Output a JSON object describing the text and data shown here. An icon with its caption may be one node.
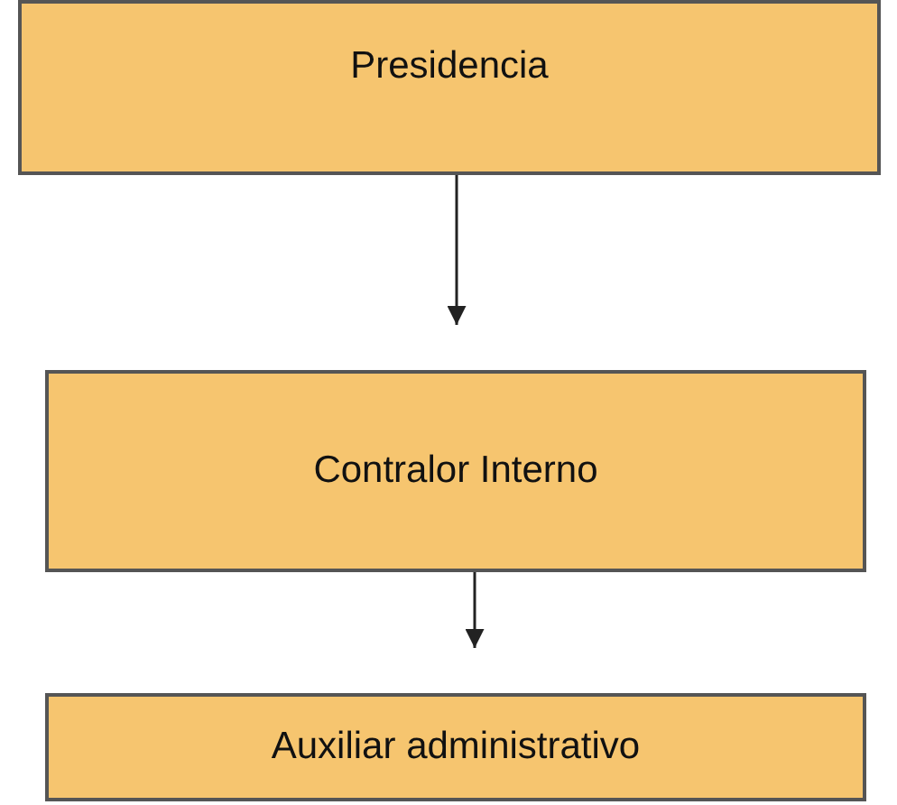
{
  "diagram": {
    "nodes": [
      {
        "text": [
          "Presidencia"
        ]
      },
      {
        "text": [
          "Contralor Interno"
        ]
      },
      {
        "text": [
          "Auxiliar administrativo"
        ]
      }
    ],
    "edges": [
      {
        "from": 0,
        "to": 1,
        "arrow": "to"
      },
      {
        "from": 1,
        "to": 2,
        "arrow": "to"
      }
    ]
  }
}
